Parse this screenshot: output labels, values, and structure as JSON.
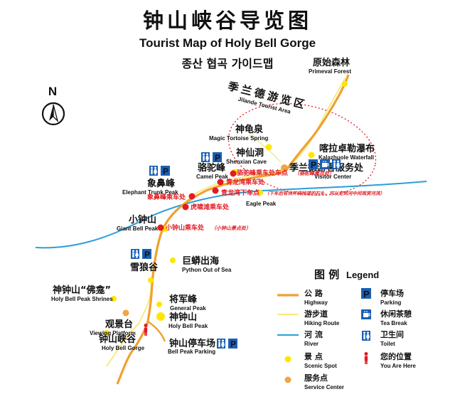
{
  "title": {
    "zh": "钟山峡谷导览图",
    "en": "Tourist Map of Holy Bell Gorge",
    "ko": "종산 협곡 가이드맵"
  },
  "compass": {
    "label": "N"
  },
  "area": {
    "zh": "季兰德游览区",
    "en": "Jilande Tourist Area"
  },
  "spots": [
    {
      "zh": "原始森林",
      "en": "Primeval Forest"
    },
    {
      "zh": "神龟泉",
      "en": "Magic Tortoise Spring"
    },
    {
      "zh": "神仙洞",
      "en": "Shenxian Cave"
    },
    {
      "zh": "喀拉卓勒瀑布",
      "en": "Kalazhuole Waterfall"
    },
    {
      "zh": "季兰德游客服务处",
      "en": "Visitor Center"
    },
    {
      "zh": "骆驼峰",
      "en": "Camel Peak"
    },
    {
      "zh": "象鼻峰",
      "en": "Elephant Trunk Peak"
    },
    {
      "zh": "小钟山",
      "en": "Giant Bell Peak"
    },
    {
      "zh": "雪狼谷",
      "en": ""
    },
    {
      "zh": "巨蟒出海",
      "en": "Python Out of Sea"
    },
    {
      "zh": "神钟山“佛龛”",
      "en": "Holy Bell Peak Shrines"
    },
    {
      "zh": "将军峰",
      "en": "General Peak"
    },
    {
      "zh": "神钟山",
      "en": "Holy Bell Peak"
    },
    {
      "zh": "观景台",
      "en": "Viewing Platform"
    },
    {
      "zh": "钟山峡谷",
      "en": "Holy Bell Gorge"
    },
    {
      "zh": "钟山停车场",
      "en": "Bell Peak Parking"
    },
    {
      "zh": "",
      "en": "Eagle Peak"
    }
  ],
  "stations": [
    {
      "label": "骆驼峰乘车处车点",
      "note": "（骆驼峰景点处）"
    },
    {
      "label": "青龙湾乘车处",
      "note": ""
    },
    {
      "label": "青龙湾下车点",
      "note": "（下车后有块环绕栈道的石头，可以走到河中间观赏河流）"
    },
    {
      "label": "象鼻峰乘车处",
      "note": ""
    },
    {
      "label": "虎啸滩乘车处",
      "note": ""
    },
    {
      "label": "小钟山乘车处",
      "note": "（小钟山景点处）"
    }
  ],
  "legend": {
    "title_zh": "图 例",
    "title_en": "Legend",
    "items": [
      {
        "zh": "公 路",
        "en": "Highway"
      },
      {
        "zh": "游步道",
        "en": "Hiking Route"
      },
      {
        "zh": "河 流",
        "en": "River"
      },
      {
        "zh": "景 点",
        "en": "Scenic Spot"
      },
      {
        "zh": "服务点",
        "en": "Service Center"
      },
      {
        "zh": "停车场",
        "en": "Parking"
      },
      {
        "zh": "休闲茶憩",
        "en": "Tea Break"
      },
      {
        "zh": "卫生间",
        "en": "Toilet"
      },
      {
        "zh": "您的位置",
        "en": "You Are Here"
      }
    ],
    "parking_glyph": "P"
  },
  "colors": {
    "highway": "#f0a030",
    "hiking": "#f5e66a",
    "river": "#2a9fd8",
    "spot": "#ffe600",
    "service": "#f2a541",
    "station": "#e31b23",
    "icon_bg": "#1a5fb4"
  }
}
